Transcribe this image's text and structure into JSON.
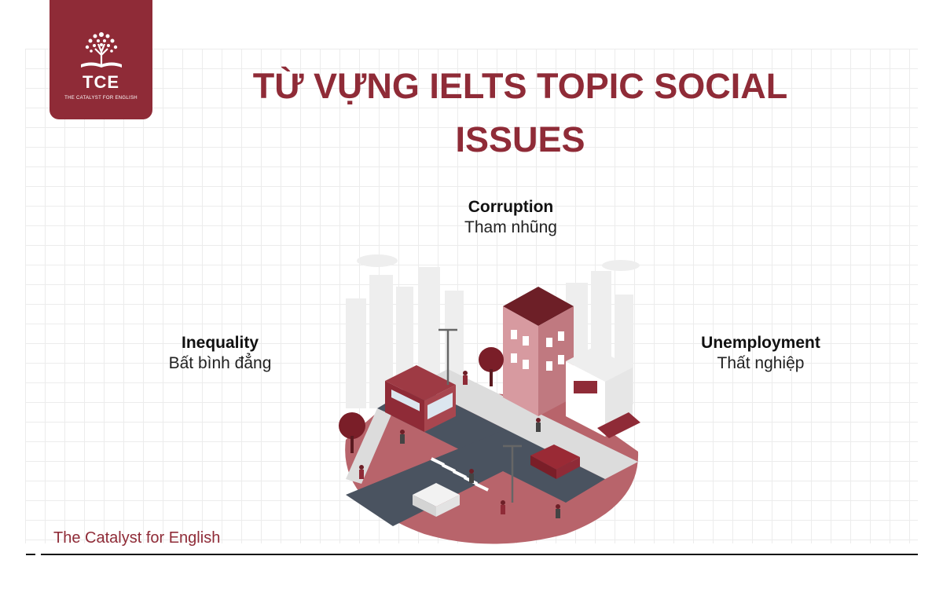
{
  "logo": {
    "name": "TCE",
    "tagline": "THE CATALYST FOR ENGLISH",
    "icon": "tree-book-icon"
  },
  "title": {
    "line1": "TỪ VỰNG IELTS TOPIC SOCIAL",
    "line2": "ISSUES"
  },
  "terms": {
    "corruption": {
      "en": "Corruption",
      "vi": "Tham nhũng"
    },
    "inequality": {
      "en": "Inequality",
      "vi": "Bất bình đẳng"
    },
    "unemployment": {
      "en": "Unemployment",
      "vi": "Thất nghiệp"
    }
  },
  "footer": {
    "brand": "The Catalyst for English"
  },
  "colors": {
    "brand": "#8f2b37",
    "road": "#4a5360",
    "grid": "#ececec"
  }
}
